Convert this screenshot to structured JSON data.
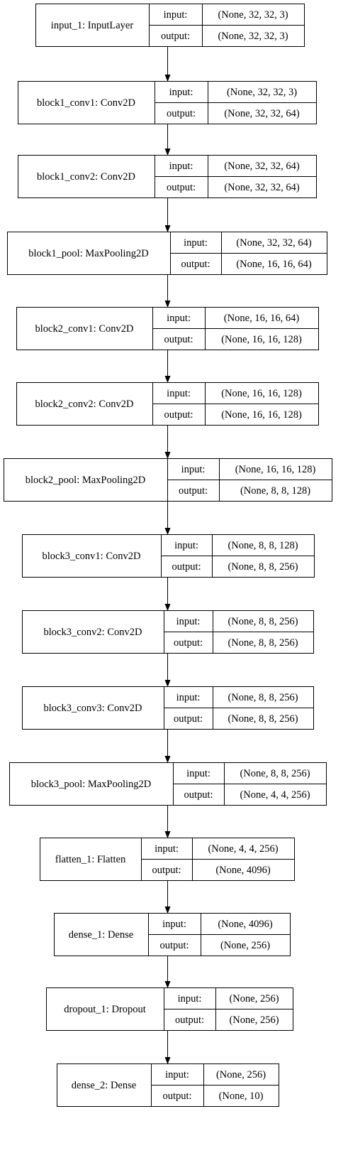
{
  "colors": {
    "line": "#000000",
    "background": "#ffffff",
    "text": "#000000"
  },
  "diagram": {
    "port_labels": {
      "input": "input:",
      "output": "output:"
    },
    "layers": [
      {
        "name": "input_1: InputLayer",
        "input": "(None, 32, 32, 3)",
        "output": "(None, 32, 32, 3)"
      },
      {
        "name": "block1_conv1: Conv2D",
        "input": "(None, 32, 32, 3)",
        "output": "(None, 32, 32, 64)"
      },
      {
        "name": "block1_conv2: Conv2D",
        "input": "(None, 32, 32, 64)",
        "output": "(None, 32, 32, 64)"
      },
      {
        "name": "block1_pool: MaxPooling2D",
        "input": "(None, 32, 32, 64)",
        "output": "(None, 16, 16, 64)"
      },
      {
        "name": "block2_conv1: Conv2D",
        "input": "(None, 16, 16, 64)",
        "output": "(None, 16, 16, 128)"
      },
      {
        "name": "block2_conv2: Conv2D",
        "input": "(None, 16, 16, 128)",
        "output": "(None, 16, 16, 128)"
      },
      {
        "name": "block2_pool: MaxPooling2D",
        "input": "(None, 16, 16, 128)",
        "output": "(None, 8, 8, 128)"
      },
      {
        "name": "block3_conv1: Conv2D",
        "input": "(None, 8, 8, 128)",
        "output": "(None, 8, 8, 256)"
      },
      {
        "name": "block3_conv2: Conv2D",
        "input": "(None, 8, 8, 256)",
        "output": "(None, 8, 8, 256)"
      },
      {
        "name": "block3_conv3: Conv2D",
        "input": "(None, 8, 8, 256)",
        "output": "(None, 8, 8, 256)"
      },
      {
        "name": "block3_pool: MaxPooling2D",
        "input": "(None, 8, 8, 256)",
        "output": "(None, 4, 4, 256)"
      },
      {
        "name": "flatten_1: Flatten",
        "input": "(None, 4, 4, 256)",
        "output": "(None, 4096)"
      },
      {
        "name": "dense_1: Dense",
        "input": "(None, 4096)",
        "output": "(None, 256)"
      },
      {
        "name": "dropout_1: Dropout",
        "input": "(None, 256)",
        "output": "(None, 256)"
      },
      {
        "name": "dense_2: Dense",
        "input": "(None, 256)",
        "output": "(None, 10)"
      }
    ]
  }
}
